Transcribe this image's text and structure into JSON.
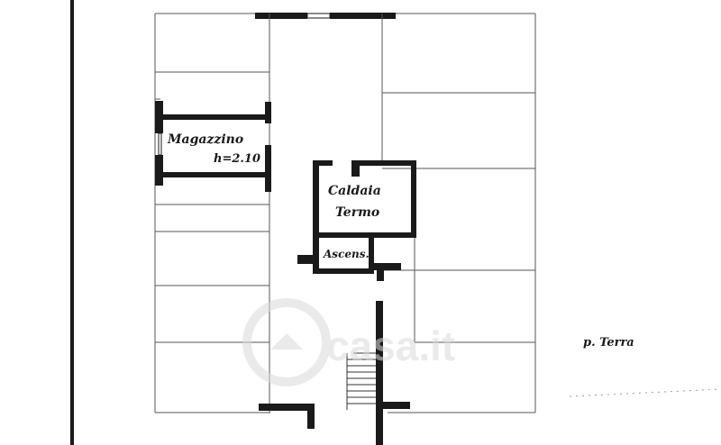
{
  "rooms": {
    "magazzino": "Magazzino",
    "magazzino_height": "h=2.10",
    "caldaia": "Caldaia",
    "termo": "Termo",
    "ascensore": "Ascens."
  },
  "floor_label": "p. Terra",
  "watermark": "casa.it",
  "colors": {
    "wall": "#1a1a1a",
    "thin_line": "#555555",
    "watermark": "#d9d9d9"
  }
}
